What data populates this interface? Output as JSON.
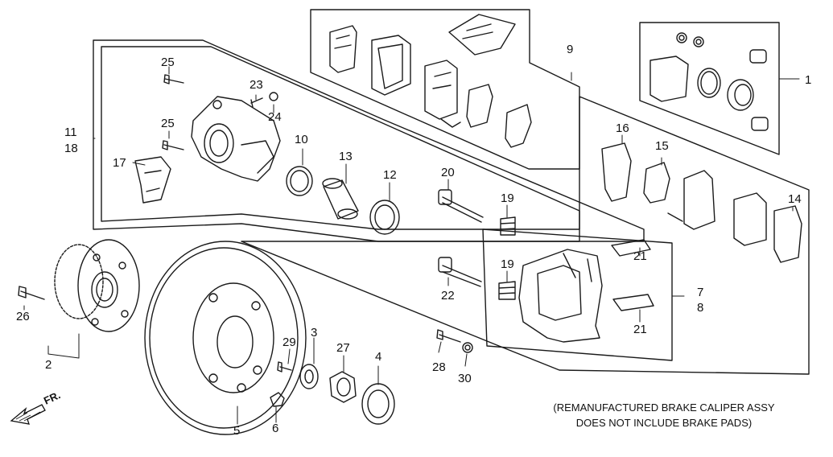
{
  "diagram": {
    "callouts": [
      "1",
      "2",
      "3",
      "4",
      "5",
      "6",
      "7",
      "8",
      "9",
      "10",
      "11",
      "18",
      "12",
      "13",
      "14",
      "15",
      "16",
      "17",
      "19",
      "19",
      "20",
      "21",
      "21",
      "22",
      "23",
      "24",
      "25",
      "25",
      "26",
      "27",
      "28",
      "29",
      "30"
    ],
    "direction_label": "FR.",
    "note_line1": "(REMANUFACTURED BRAKE CALIPER ASSY",
    "note_line2": "DOES NOT INCLUDE BRAKE PADS)"
  }
}
